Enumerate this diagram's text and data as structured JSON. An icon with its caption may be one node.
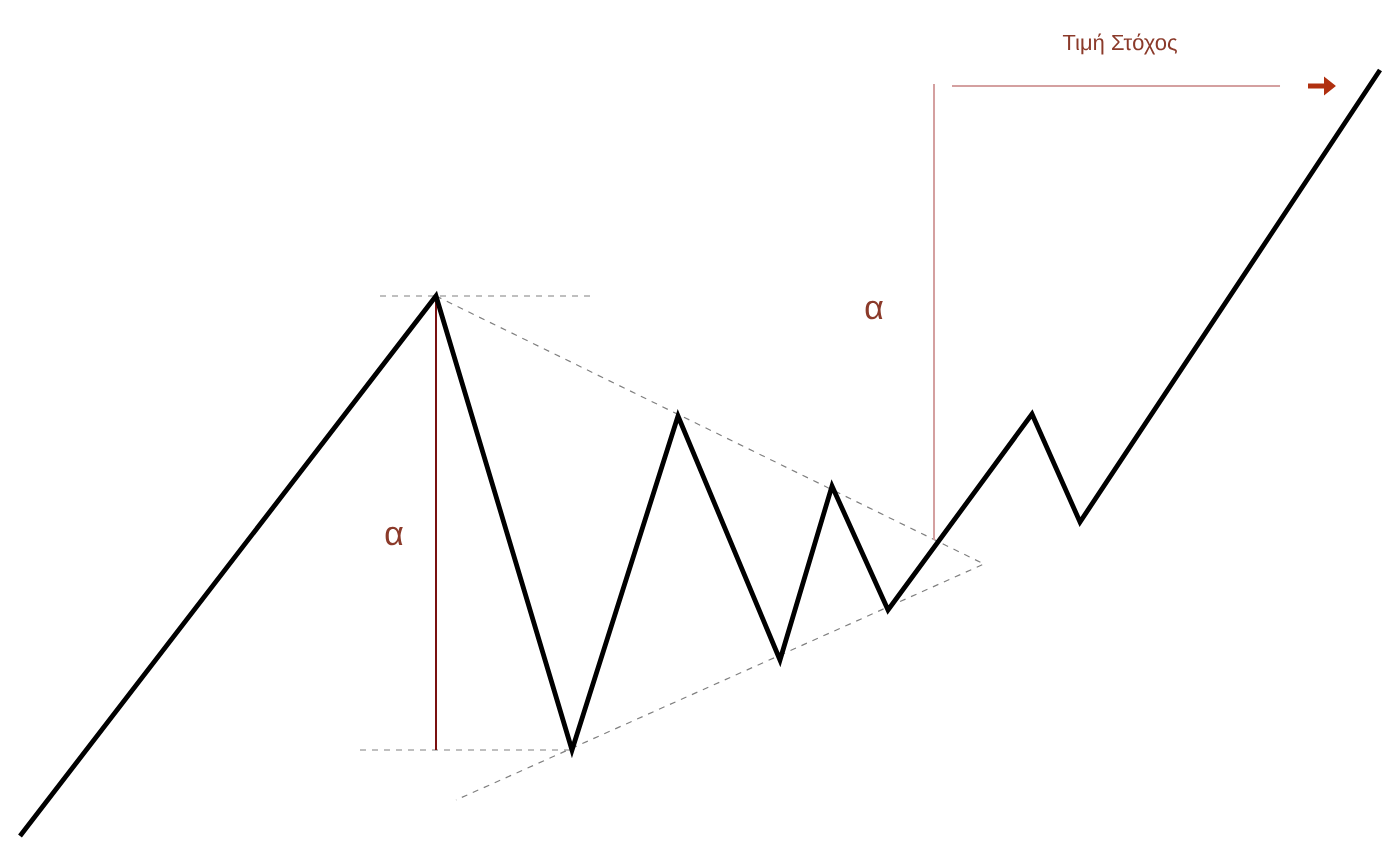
{
  "diagram": {
    "labels": [
      "Τιμή Στόχος",
      "α",
      "α"
    ]
  }
}
